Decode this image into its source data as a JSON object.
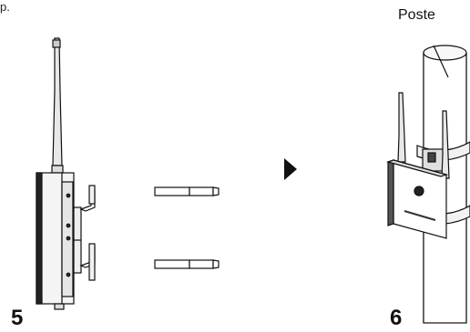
{
  "fragment_text": "p.",
  "steps": {
    "left": "5",
    "right": "6"
  },
  "labels": {
    "pole": "Poste"
  },
  "icons": {
    "arrow": "right-triangle-arrow"
  }
}
